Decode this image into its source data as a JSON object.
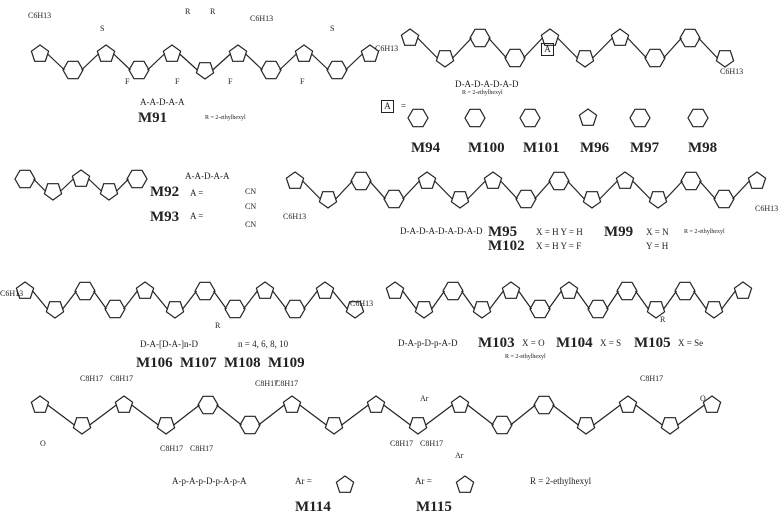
{
  "compounds": {
    "m91": {
      "id": "M91",
      "architecture": "A-A-D-A-A",
      "r_def": "R = 2-ethylhexyl"
    },
    "m94_set": {
      "architecture": "D-A-D-A-D-A-D",
      "r_def": "R = 2-ethylhexyl",
      "a_box": "A",
      "equals": "=",
      "ids": [
        "M94",
        "M100",
        "M101",
        "M96",
        "M97",
        "M98"
      ]
    },
    "m92_set": {
      "architecture": "A-A-D-A-A",
      "m92": "M92",
      "m93": "M93",
      "a_eq_1": "A =",
      "a_eq_2": "A =",
      "cn_1": "CN",
      "cn_2": "CN",
      "cn_3": "CN"
    },
    "m95_set": {
      "architecture": "D-A-D-A-D-A-D-A-D",
      "m95": "M95",
      "m102": "M102",
      "m99": "M99",
      "m95_cond": "X = H  Y = H",
      "m102_cond": "X = H  Y = F",
      "m99_cond_x": "X = N",
      "m99_cond_y": "Y = H",
      "r_def": "R = 2-ethylhexyl"
    },
    "m106_set": {
      "architecture": "D-A-[D-A-]n-D",
      "n_values": "n = 4, 6, 8, 10",
      "ids": [
        "M106",
        "M107",
        "M108",
        "M109"
      ]
    },
    "m103_set": {
      "architecture": "D-A-p-D-p-A-D",
      "m103": "M103",
      "m103_cond": "X = O",
      "m104": "M104",
      "m104_cond": "X = S",
      "m105": "M105",
      "m105_cond": "X = Se",
      "r_def": "R = 2-ethylhexyl"
    },
    "m114_set": {
      "architecture": "A-p-A-p-D-p-A-p-A",
      "ar_eq_1": "Ar =",
      "ar_eq_2": "Ar =",
      "m114": "M114",
      "m115": "M115",
      "r_def": "R = 2-ethylhexyl"
    }
  },
  "atom_labels": [
    "C6H13",
    "C6H13",
    "C6H13",
    "C6H13",
    "C6H13",
    "C6H13",
    "C6H13",
    "C6H13",
    "C8H17",
    "C8H17",
    "C8H17",
    "C8H17",
    "C8H17",
    "C8H17",
    "C8H17",
    "C8H17",
    "C8H17",
    "R",
    "R",
    "R",
    "R",
    "F",
    "F",
    "F",
    "F",
    "Ar",
    "Ar",
    "O",
    "O",
    "S",
    "S"
  ]
}
